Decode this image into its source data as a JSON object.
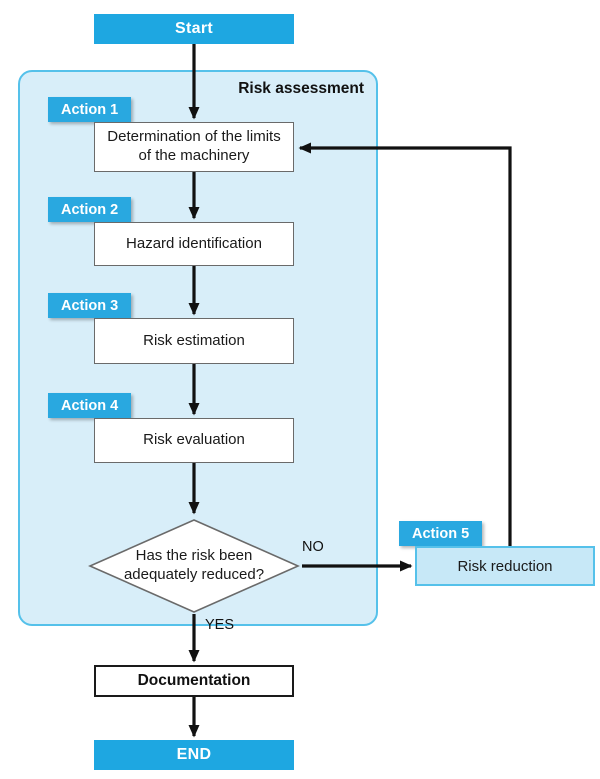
{
  "region": {
    "label": "Risk assessment"
  },
  "nodes": {
    "start": "Start",
    "action1": {
      "badge": "Action 1",
      "label": "Determination of the limits of the machinery"
    },
    "action2": {
      "badge": "Action 2",
      "label": "Hazard identification"
    },
    "action3": {
      "badge": "Action 3",
      "label": "Risk estimation"
    },
    "action4": {
      "badge": "Action 4",
      "label": "Risk evaluation"
    },
    "decision": {
      "label": "Has the risk been adequately reduced?"
    },
    "action5": {
      "badge": "Action 5",
      "label": "Risk reduction"
    },
    "documentation": "Documentation",
    "end": "END"
  },
  "edges": {
    "yes": "YES",
    "no": "NO"
  },
  "colors": {
    "accent_blue": "#29a8e0",
    "region_fill": "#d5edf8",
    "region_border": "#55c1ea",
    "terminal_fill": "#1ea7e1",
    "reduction_fill": "#c7e8f7",
    "arrow": "#111111"
  }
}
